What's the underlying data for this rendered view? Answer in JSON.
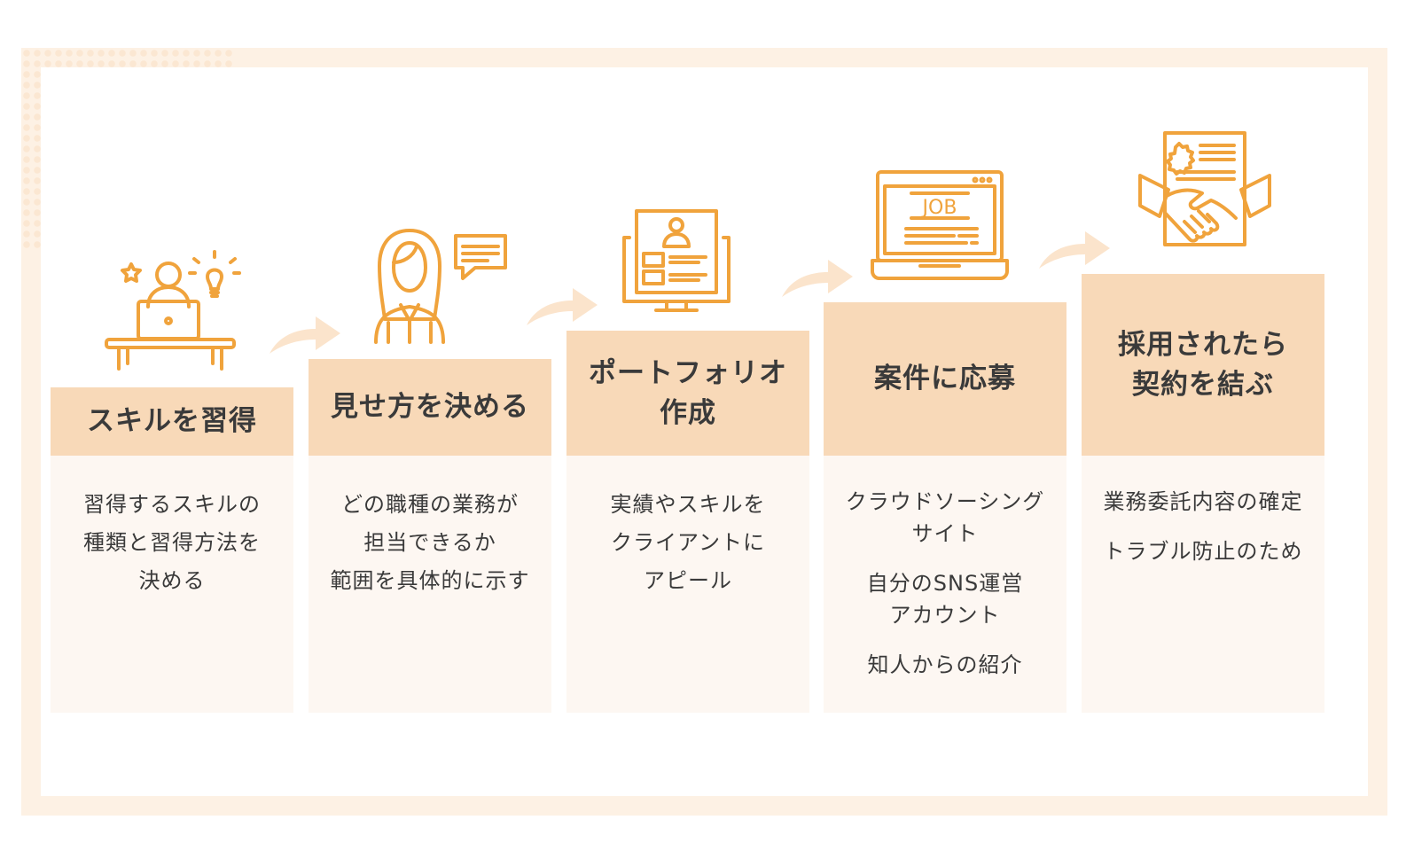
{
  "colors": {
    "accent": "#f0a33c",
    "header_bg": "#f8d9b8",
    "body_bg": "#fdf7f2",
    "frame_bg": "#fdf1e4"
  },
  "steps": [
    {
      "title_lines": [
        "スキルを習得"
      ],
      "icon": "laptop-learning-icon",
      "body_lines": [
        "習得するスキルの",
        "種類と習得方法を",
        "決める"
      ]
    },
    {
      "title_lines": [
        "見せ方を決める"
      ],
      "icon": "businesswoman-speech-icon",
      "body_lines": [
        "どの職種の業務が",
        "担当できるか",
        "範囲を具体的に示す"
      ]
    },
    {
      "title_lines": [
        "ポートフォリオ",
        "作成"
      ],
      "icon": "portfolio-monitor-icon",
      "body_lines": [
        "実績やスキルを",
        "クライアントに",
        "アピール"
      ]
    },
    {
      "title_lines": [
        "案件に応募"
      ],
      "icon": "job-laptop-icon",
      "body_groups": [
        [
          "クラウドソーシング",
          "サイト"
        ],
        [
          "自分のSNS運営",
          "アカウント"
        ],
        [
          "知人からの紹介"
        ]
      ]
    },
    {
      "title_lines": [
        "採用されたら",
        "契約を結ぶ"
      ],
      "icon": "contract-handshake-icon",
      "body_groups": [
        [
          "業務委託内容の確定"
        ],
        [
          "トラブル防止のため"
        ]
      ]
    }
  ],
  "job_icon_text": "JOB"
}
